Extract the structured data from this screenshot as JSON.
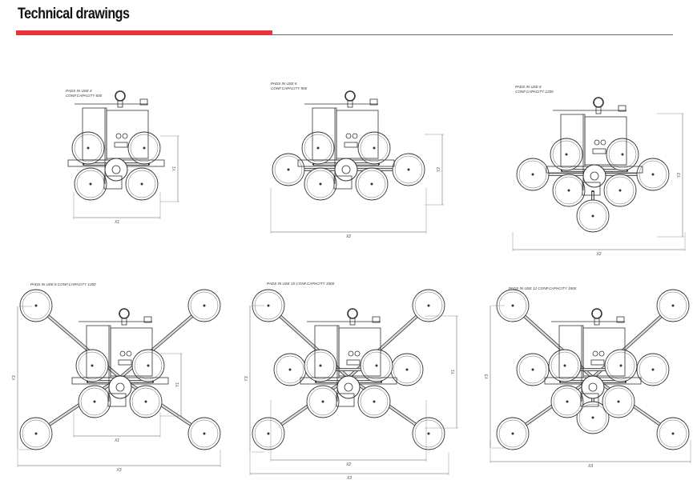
{
  "page": {
    "title": "Technical drawings",
    "accent_color": "#e8323c"
  },
  "drawings": [
    {
      "caption_lines": [
        "PADS IN USE 4",
        "CONF.CAPACITY 600"
      ],
      "dims": [
        "X1",
        "Y1"
      ]
    },
    {
      "caption_lines": [
        "PADS IN USE 6",
        "CONF.CAPACITY 900"
      ],
      "dims": [
        "X2",
        "Y2"
      ]
    },
    {
      "caption_lines": [
        "PADS IN USE 8",
        "CONF.CAPACITY 1200"
      ],
      "dims": [
        "X2",
        "Y2"
      ]
    },
    {
      "caption_lines": [
        "PADS IN USE 8 CONF.CAPACITY 1200"
      ],
      "dims": [
        "X1",
        "Y1",
        "X3",
        "Y3"
      ]
    },
    {
      "caption_lines": [
        "PADS IN USE 10 CONF.CAPACITY 1500"
      ],
      "dims": [
        "X2",
        "Y1",
        "X3",
        "Y3"
      ]
    },
    {
      "caption_lines": [
        "PADS IN USE 12 CONF.CAPACITY 1500"
      ],
      "dims": [
        "X3",
        "Y3"
      ]
    }
  ]
}
